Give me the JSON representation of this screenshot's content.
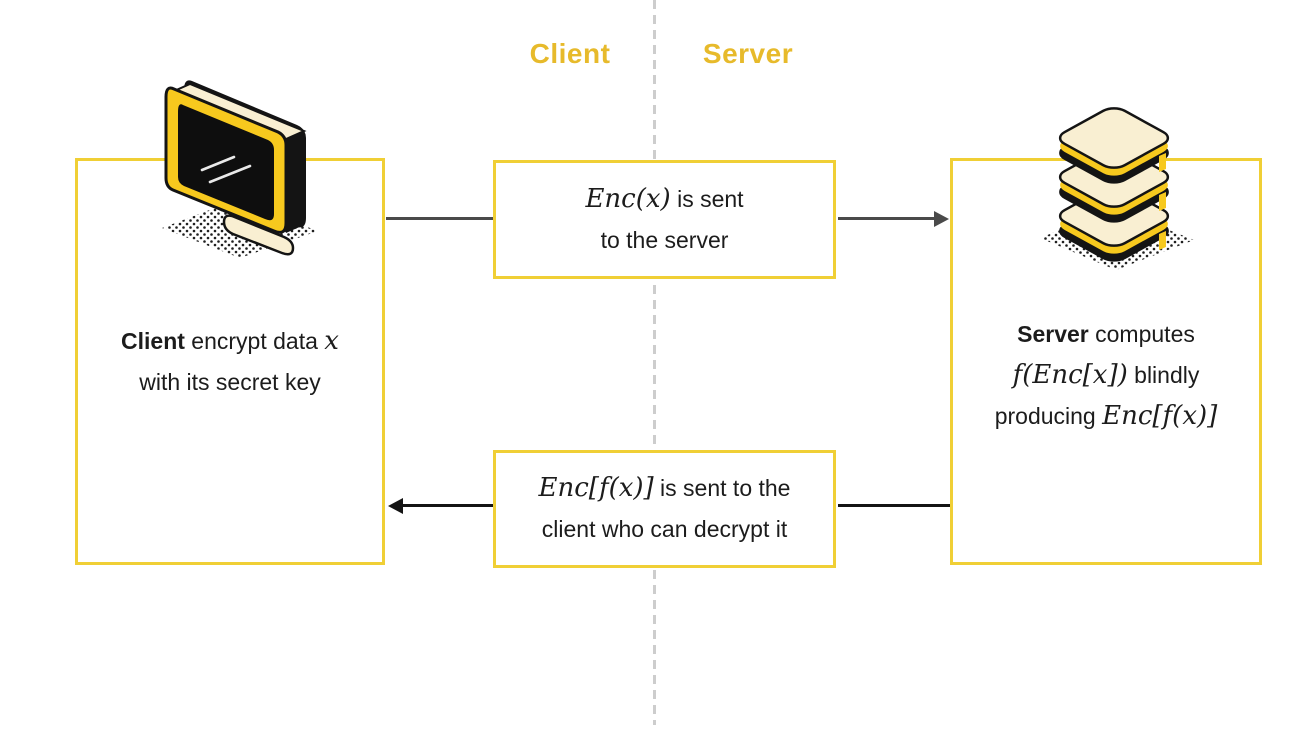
{
  "diagram": {
    "headers": {
      "client": "Client",
      "server": "Server"
    },
    "client_box": {
      "line1_bold": "Client",
      "line1_text": " encrypt data ",
      "line1_math": "x",
      "line2_text": "with its secret key"
    },
    "server_box": {
      "line1_bold": "Server",
      "line1_text": " computes",
      "line2_math": "f(Enc[x])",
      "line2_text": " blindly",
      "line3_text": "producing ",
      "line3_math": "Enc[f(x)]"
    },
    "top_message_box": {
      "line1_math": "Enc(x)",
      "line1_text": " is sent",
      "line2_text": "to the server"
    },
    "bottom_message_box": {
      "line1_math": "Enc[f(x)]",
      "line1_text": " is sent to the",
      "line2_text": "client who can decrypt it"
    },
    "icons": {
      "client_icon": "computer-monitor-icon",
      "server_icon": "server-stack-icon"
    },
    "colors": {
      "header_gold": "#e7ba2b",
      "box_border_yellow": "#f0cf35",
      "icon_yellow": "#f7c91e",
      "icon_cream": "#f9efd2",
      "icon_black": "#141414",
      "top_arrow_gray": "#4a4a4a",
      "bottom_arrow_black": "#141414",
      "dashed_divider_gray": "#cdcdcd",
      "text_color": "#1c1c1c"
    }
  }
}
